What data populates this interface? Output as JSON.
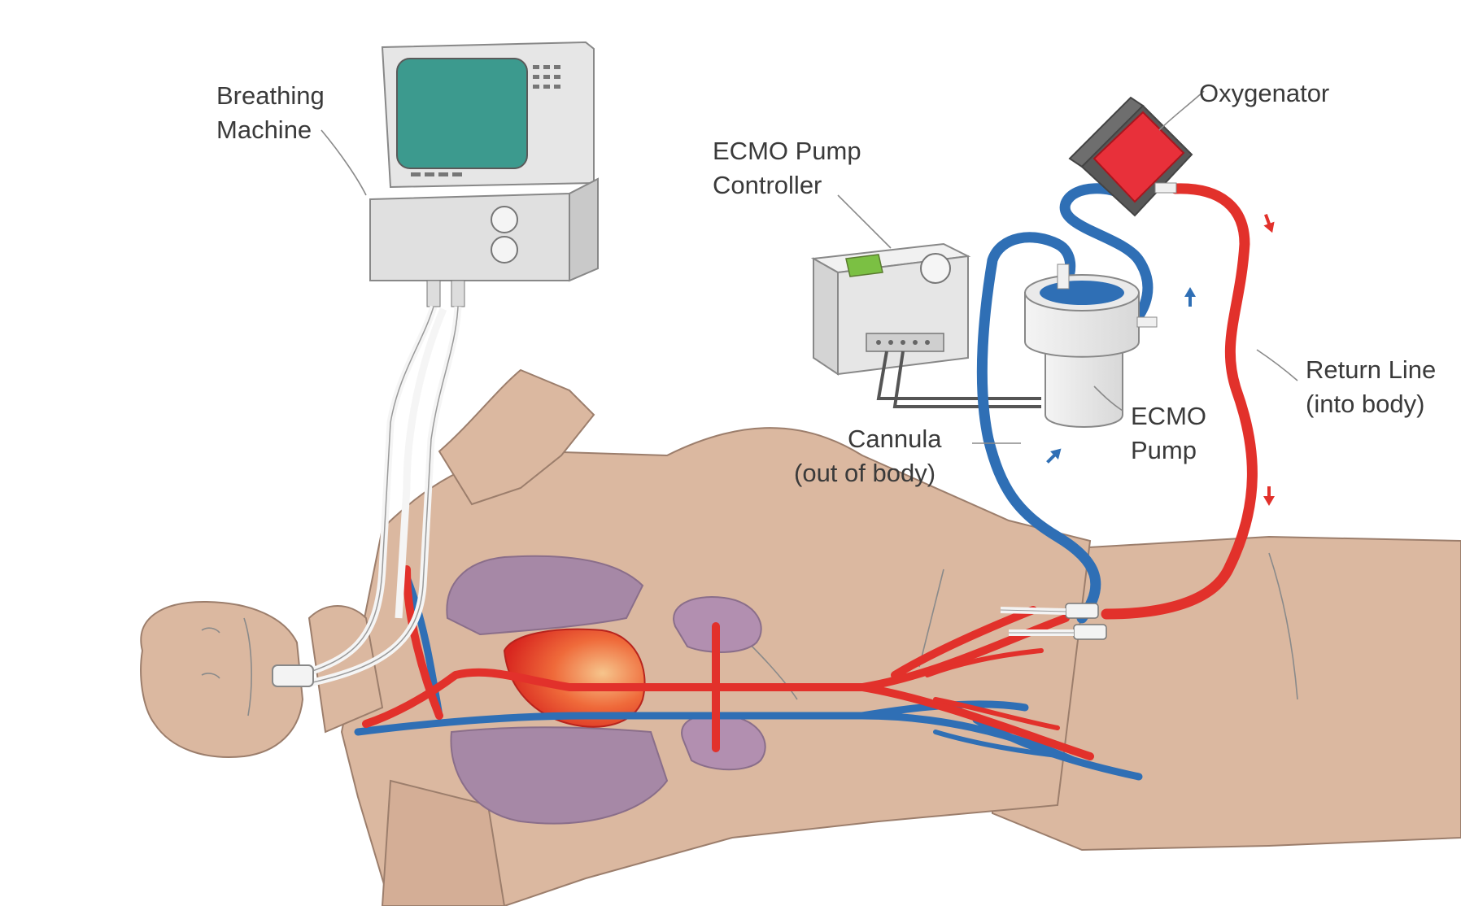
{
  "labels": {
    "breathing_machine": [
      "Breathing",
      "Machine"
    ],
    "ecmo_pump_controller": [
      "ECMO Pump",
      "Controller"
    ],
    "oxygenator": [
      "Oxygenator"
    ],
    "return_line": [
      "Return Line",
      "(into body)"
    ],
    "ecmo_pump": [
      "ECMO",
      "Pump"
    ],
    "cannula": [
      "Cannula",
      "(out of body)"
    ]
  },
  "colors": {
    "skin": "#dbb8a0",
    "skin_outline": "#9c7e6c",
    "artery": "#e2312b",
    "vein": "#2f6fb5",
    "lung": "#a688a6",
    "heart": "#e34a2d",
    "monitor_screen": "#3c9a8e",
    "controller_screen": "#7bc043",
    "oxygenator_body": "#e8303a",
    "machine_body": "#ececec"
  },
  "icons": [
    "arrow-up-blue-icon",
    "arrow-down-red-icon"
  ]
}
